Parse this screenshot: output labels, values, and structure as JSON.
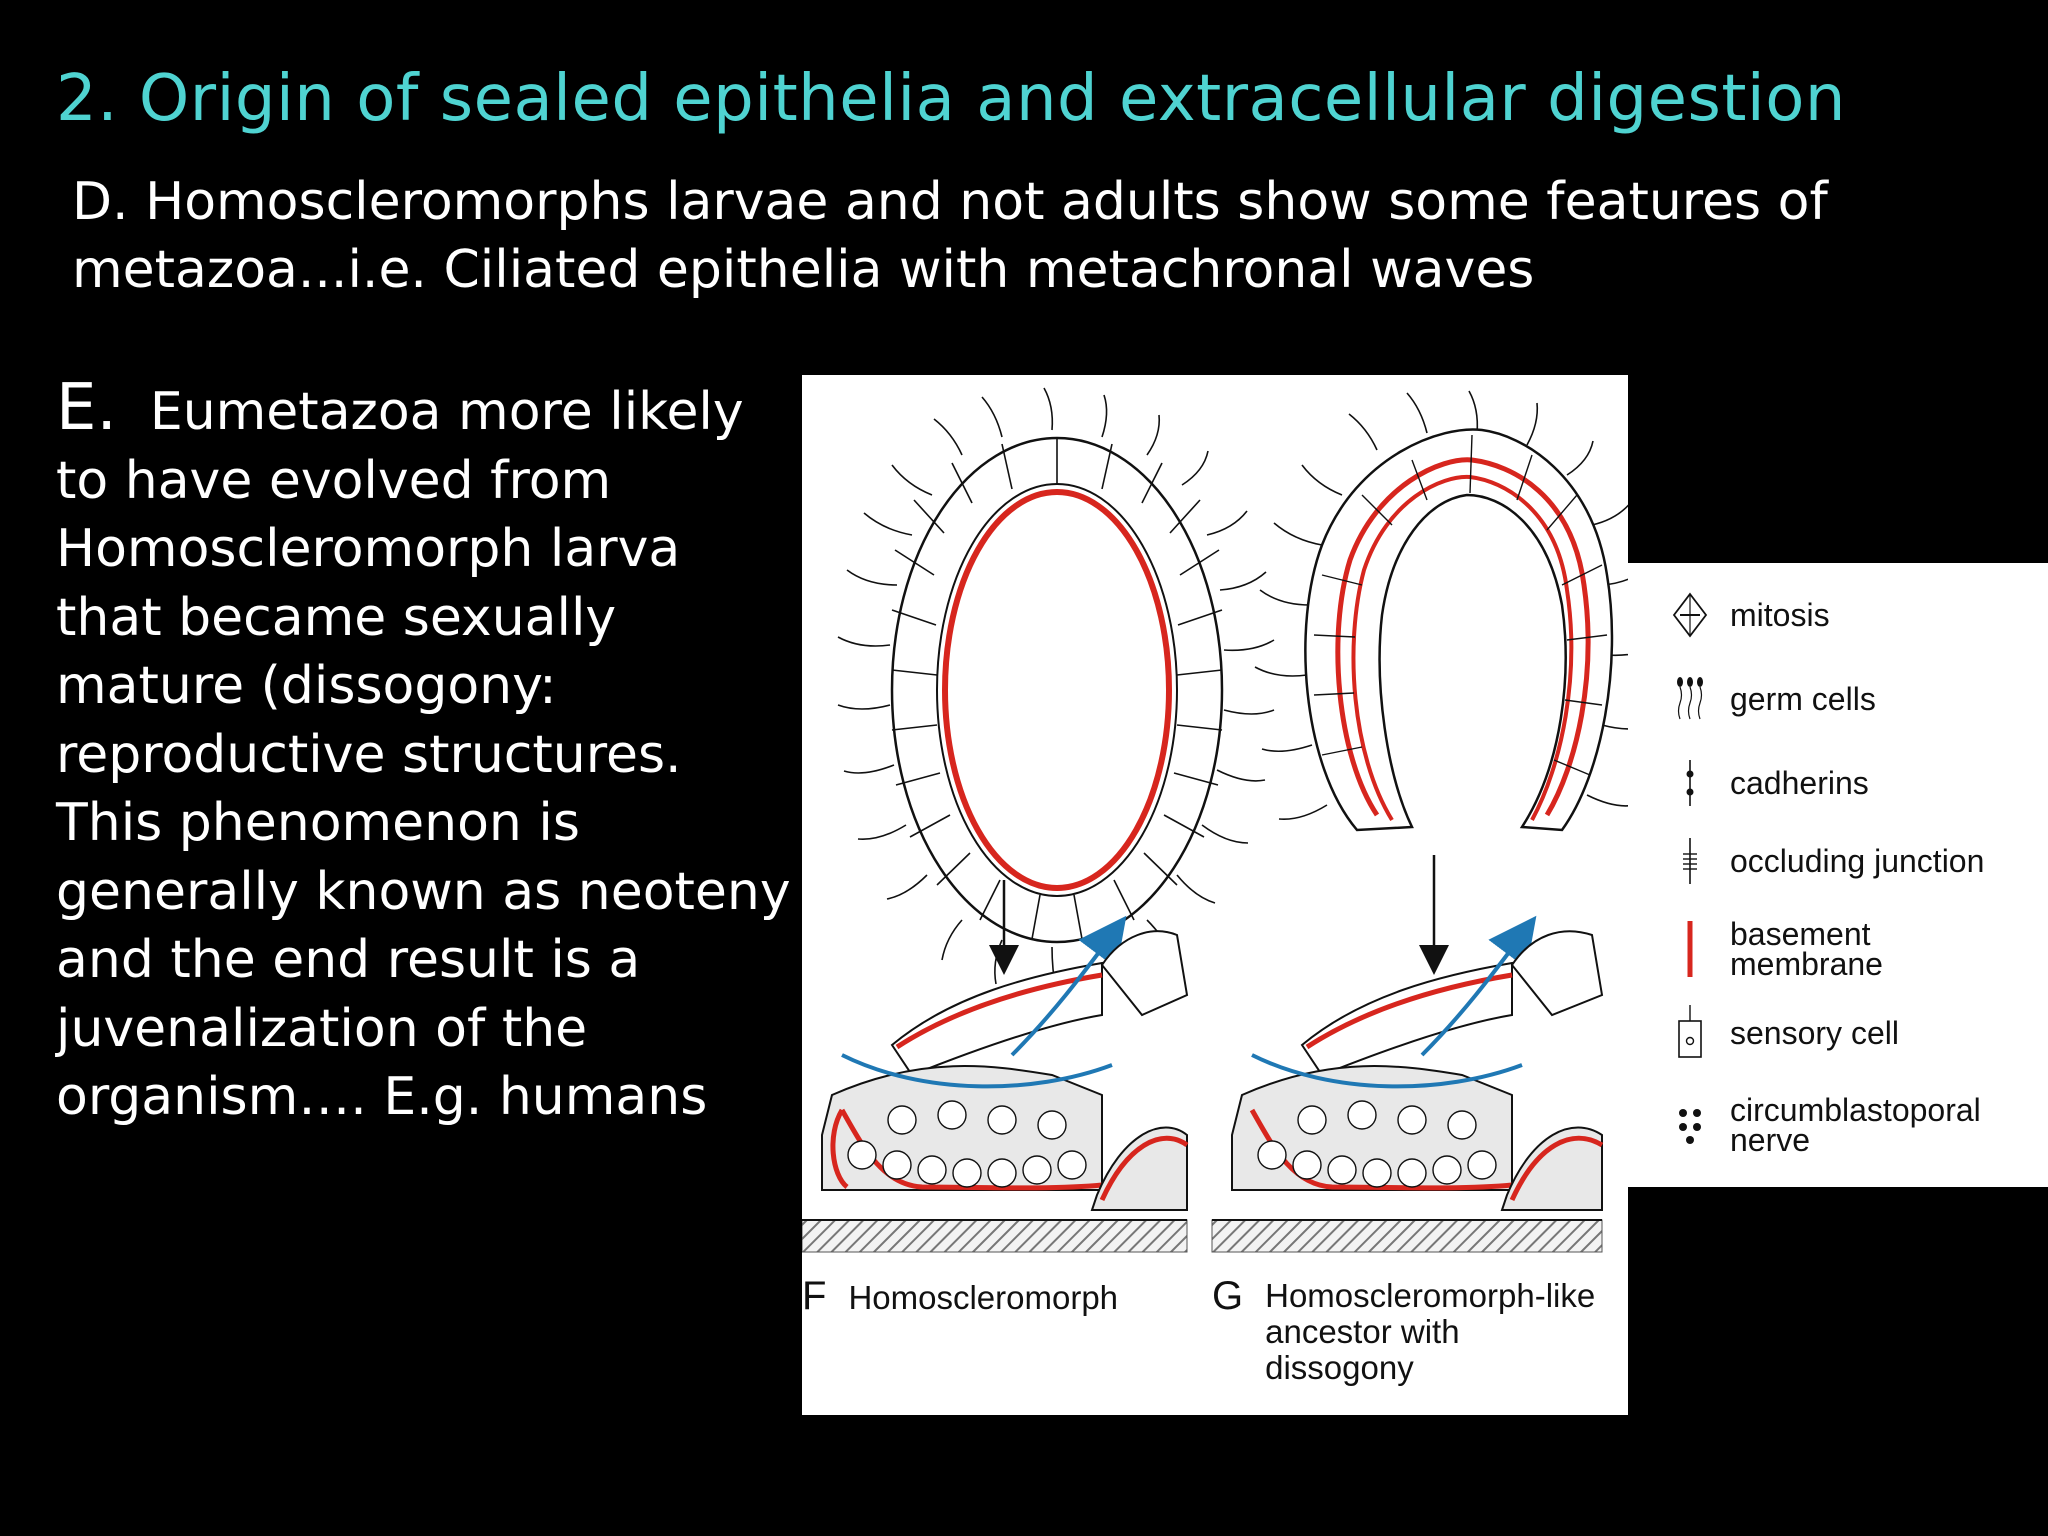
{
  "slide": {
    "title": "2. Origin of sealed epithelia and extracellular digestion",
    "point_d": "D. Homoscleromorphs larvae and not adults show some features of metazoa...i.e. Ciliated epithelia with metachronal waves",
    "point_e_letter": "E.",
    "point_e_text": "Eumetazoa more likely to have evolved from Homoscleromorph larva that became sexually mature (dissogony: reproductive structures. This phenomenon is generally known as neoteny and the end result is a juvenalization of the organism…. E.g. humans"
  },
  "figure": {
    "panel_f": {
      "letter": "F",
      "caption": "Homoscleromorph"
    },
    "panel_g": {
      "letter": "G",
      "caption": "Homoscleromorph-like ancestor with dissogony"
    },
    "colors": {
      "basement_membrane": "#d7261e",
      "flow_arrow": "#1f78b4",
      "ink": "#111111"
    }
  },
  "legend": {
    "items": [
      {
        "icon": "mitosis-icon",
        "label": "mitosis"
      },
      {
        "icon": "germ-cells-icon",
        "label": "germ cells"
      },
      {
        "icon": "cadherins-icon",
        "label": "cadherins"
      },
      {
        "icon": "occluding-junction-icon",
        "label": "occluding junction"
      },
      {
        "icon": "basement-membrane-icon",
        "label": "basement membrane"
      },
      {
        "icon": "sensory-cell-icon",
        "label": "sensory cell"
      },
      {
        "icon": "circumblastoporal-nerve-icon",
        "label": "circumblastoporal nerve"
      }
    ]
  }
}
